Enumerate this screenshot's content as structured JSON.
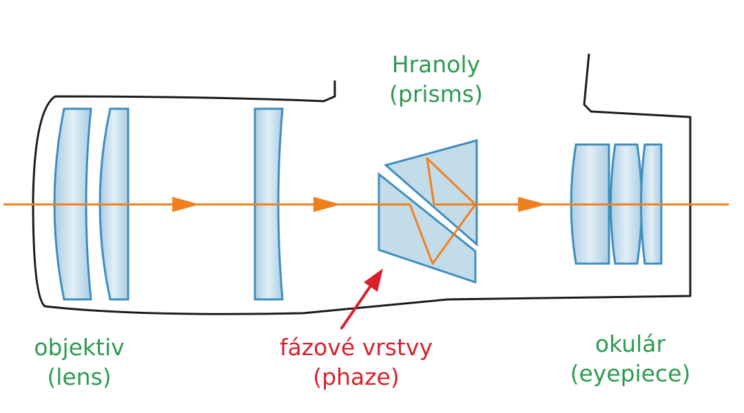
{
  "labels": {
    "prisms": {
      "line1": "Hranoly",
      "line2": "(prisms)"
    },
    "lens": {
      "line1": "objektiv",
      "line2": "(lens)"
    },
    "phase": {
      "line1": "fázové vrstvy",
      "line2": "(phaze)"
    },
    "eyepiece": {
      "line1": "okulár",
      "line2": "(eyepiece)"
    }
  },
  "colors": {
    "label_green": "#2e9a4e",
    "label_red": "#d8202c",
    "ray": "#f07f1e",
    "glass_fill": "#c3dcea",
    "glass_stroke": "#3f8dbe",
    "outline": "#1a1a1a"
  },
  "icons": {
    "ray_arrow": "arrow-right-icon",
    "pointer": "red-arrow-icon"
  }
}
